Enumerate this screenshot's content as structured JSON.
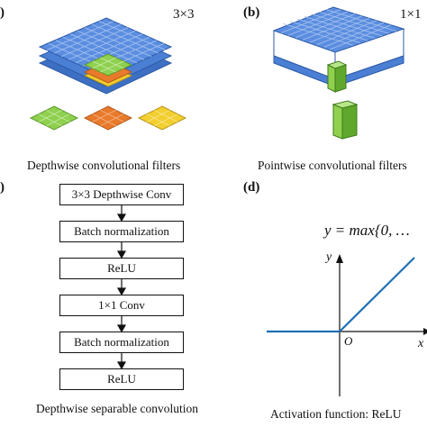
{
  "panel_a": {
    "letter": ")",
    "kernel": "3×3",
    "caption": "Depthwise convolutional filters",
    "filter_colors": [
      "#8fd14f",
      "#e87a2c",
      "#f2cf2e"
    ],
    "grid_color": "#4a7fd4"
  },
  "panel_b": {
    "letter": "(b)",
    "kernel": "1×1",
    "caption": "Pointwise convolutional filters",
    "cube_color": "#7ecb3f"
  },
  "panel_c": {
    "letter": ")",
    "steps": [
      "3×3 Depthwise Conv",
      "Batch normalization",
      "ReLU",
      "1×1 Conv",
      "Batch normalization",
      "ReLU"
    ],
    "caption": "Depthwise separable convolution"
  },
  "panel_d": {
    "letter": "(d)",
    "formula": "y = max{0, …",
    "y_axis": "y",
    "x_axis": "x",
    "origin": "O",
    "caption": "Activation function: ReLU",
    "line_color": "#1f6fb5"
  }
}
